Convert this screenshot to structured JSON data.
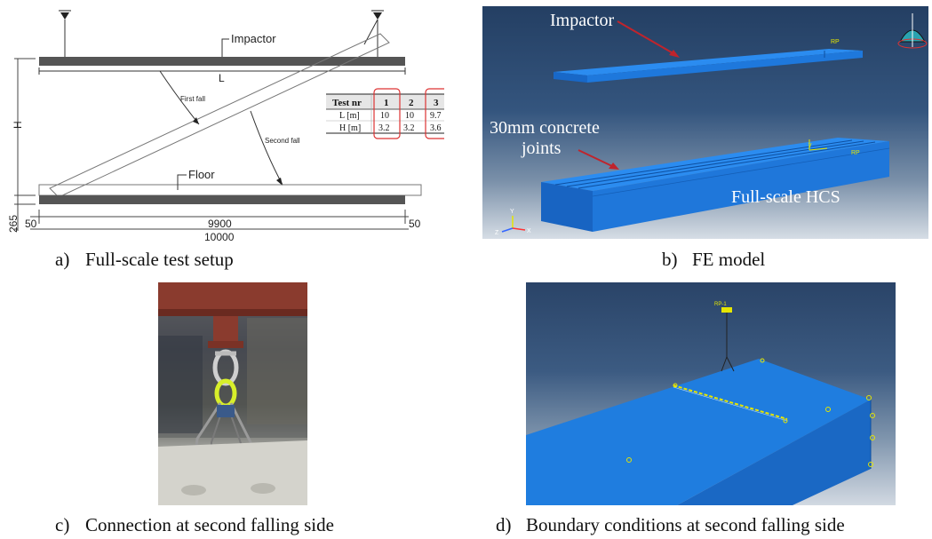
{
  "panel_a": {
    "impactor_label": "Impactor",
    "floor_label": "Floor",
    "first_fall_label": "First fall",
    "second_fall_label": "Second fall",
    "length_label": "L",
    "height_label": "H",
    "dim_265": "265",
    "dim_50_left": "50",
    "dim_50_right": "50",
    "dim_9900": "9900",
    "dim_10000": "10000",
    "table": {
      "header": [
        "Test nr",
        "1",
        "2",
        "3"
      ],
      "rows": [
        [
          "L [m]",
          "10",
          "10",
          "9.7"
        ],
        [
          "H [m]",
          "3.2",
          "3.2",
          "3.6"
        ]
      ]
    },
    "caption_letter": "a)",
    "caption_text": "Full-scale test setup"
  },
  "panel_b": {
    "impactor_label": "Impactor",
    "joints_label_line1": "30mm concrete",
    "joints_label_line2": "joints",
    "hcs_label": "Full-scale HCS",
    "caption_letter": "b)",
    "caption_text": "FE model",
    "colors": {
      "background_top": "#2c4a70",
      "background_bottom": "#cfd8e2",
      "slab": "#1e7ae6"
    }
  },
  "panel_c": {
    "caption_letter": "c)",
    "caption_text": "Connection at second falling side"
  },
  "panel_d": {
    "caption_letter": "d)",
    "caption_text": "Boundary conditions at second falling side"
  }
}
